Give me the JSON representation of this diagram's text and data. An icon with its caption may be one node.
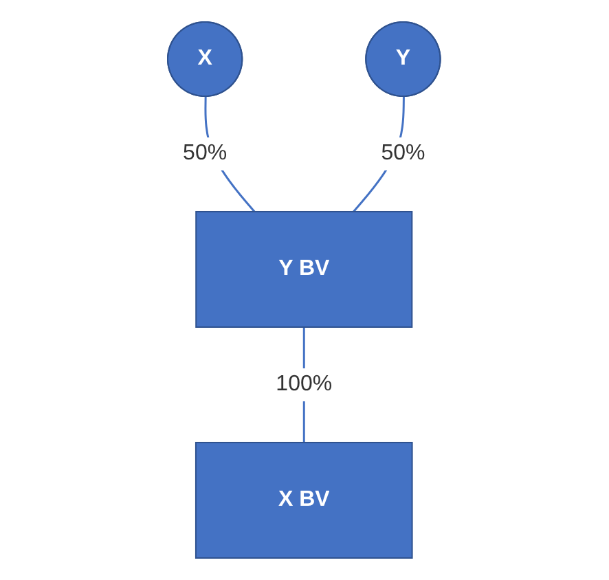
{
  "diagram": {
    "nodes": [
      {
        "text": [
          "X"
        ]
      },
      {
        "text": [
          "Y"
        ]
      },
      {
        "text": [
          "Y BV"
        ]
      },
      {
        "text": [
          "X BV"
        ]
      }
    ],
    "edges": [
      {
        "from": 0,
        "to": 2,
        "arrow": "none",
        "label": "50%"
      },
      {
        "from": 1,
        "to": 2,
        "arrow": "none",
        "label": "50%"
      },
      {
        "from": 2,
        "to": 3,
        "arrow": "none",
        "label": "100%"
      }
    ]
  }
}
